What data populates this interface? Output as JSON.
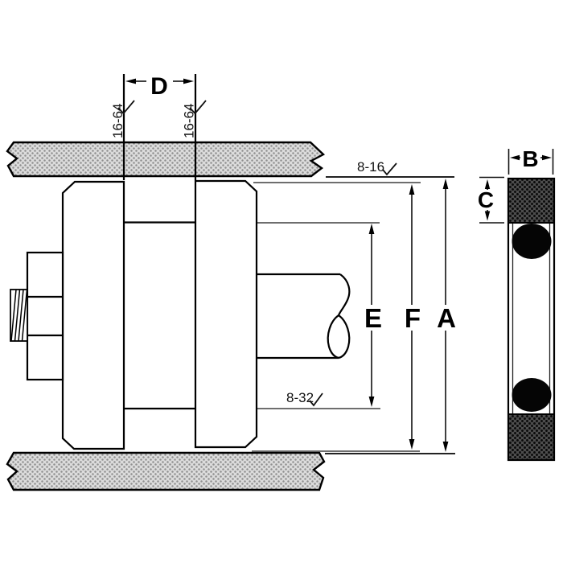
{
  "drawing": {
    "dim_labels": {
      "a": "A",
      "b": "B",
      "c": "C",
      "d": "D",
      "e": "E",
      "f": "F"
    },
    "finish_marks": {
      "groove_wall_left": "16-64",
      "groove_wall_right": "16-64",
      "cylinder_bore": "8-16",
      "groove_root": "8-32"
    },
    "colors": {
      "line": "#000000",
      "background": "#ffffff",
      "wall_hatch_base": "#dcdcdc",
      "wall_hatch_dot": "#8f8f8f",
      "seal_hatch_base": "#4d4d4d",
      "seal_hatch_dot": "#0a0a0a",
      "o_ring": "#050505"
    }
  }
}
